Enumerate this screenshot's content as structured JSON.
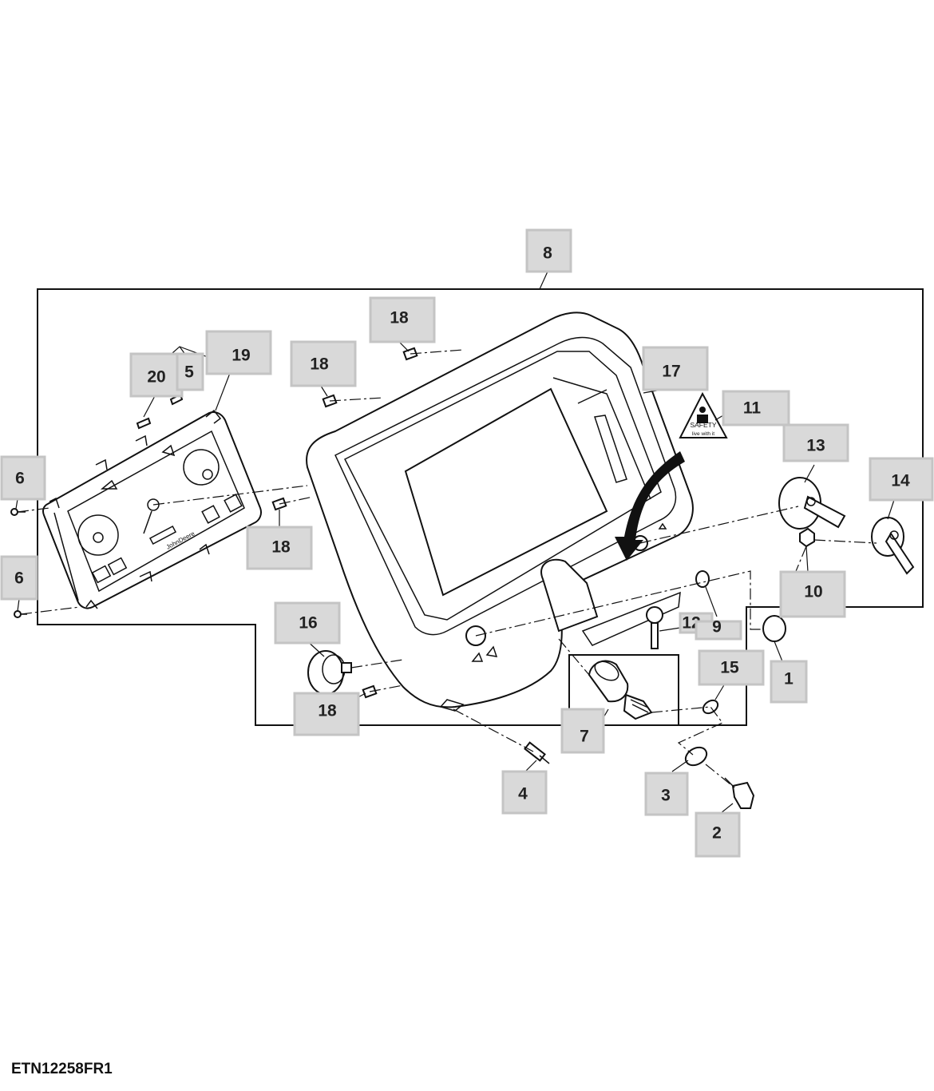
{
  "figure_id": "ETN12258FR1",
  "callouts": {
    "c1": "1",
    "c2": "2",
    "c3": "3",
    "c4": "4",
    "c5": "5",
    "c6a": "6",
    "c6b": "6",
    "c7": "7",
    "c8": "8",
    "c9": "9",
    "c10": "10",
    "c11": "11",
    "c12": "12",
    "c13": "13",
    "c14": "14",
    "c15": "15",
    "c16": "16",
    "c17": "17",
    "c18a": "18",
    "c18b": "18",
    "c18c": "18",
    "c18d": "18",
    "c19": "19",
    "c20": "20"
  },
  "decal": {
    "line1": "SAFETY",
    "line2": "live with it"
  },
  "cluster_brand": "JohnDeere",
  "colors": {
    "callout_fill": "#d9d9d9",
    "line": "#111111"
  }
}
